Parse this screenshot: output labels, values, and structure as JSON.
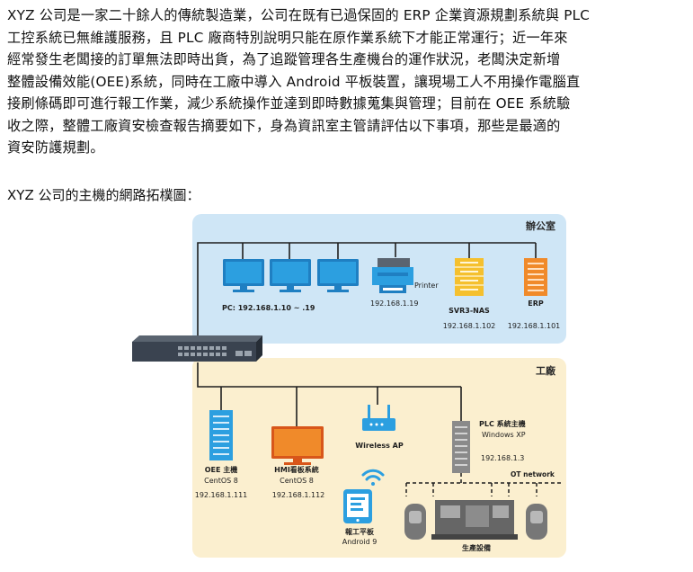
{
  "paragraph": [
    "XYZ 公司是一家二十餘人的傳統製造業，公司在既有已過保固的 ERP 企業資源規劃系統與 PLC",
    "工控系統已無維護服務，且 PLC 廠商特別說明只能在原作業系統下才能正常運行；近一年來",
    "經常發生老闆接的訂單無法即時出貨，為了追蹤管理各生產機台的運作狀況，老闆決定新增",
    "整體設備效能(OEE)系統，同時在工廠中導入 Android 平板裝置，讓現場工人不用操作電腦直",
    "接刷條碼即可進行報工作業，減少系統操作並達到即時數據蒐集與管理；目前在 OEE 系統驗",
    "收之際，整體工廠資安檢查報告摘要如下，身為資訊室主管請評估以下事項，那些是最適的",
    "資安防護規劃。"
  ],
  "caption": "XYZ 公司的主機的網路拓樸圖：",
  "diagram": {
    "office": {
      "title": "辦公室",
      "pc_label": "PC: 192.168.1.10 ~ .19",
      "printer_label": "Printer",
      "printer_ip": "192.168.1.19",
      "nas_label": "SVR3-NAS",
      "nas_ip": "192.168.1.102",
      "erp_label": "ERP",
      "erp_ip": "192.168.1.101"
    },
    "factory": {
      "title": "工廠",
      "oee_name": "OEE 主機",
      "oee_os": "CentOS 8",
      "oee_ip": "192.168.1.111",
      "hmi_name": "HMI看板系統",
      "hmi_os": "CentOS 8",
      "hmi_ip": "192.168.1.112",
      "ap_label": "Wireless AP",
      "tablet_name": "報工平板",
      "tablet_os": "Android 9",
      "plc_name": "PLC 系統主機",
      "plc_os": "Windows XP",
      "plc_ip": "192.168.1.3",
      "ot_label": "OT network",
      "equipment_label": "生產設備"
    },
    "colors": {
      "office_bg": "#cfe6f6",
      "factory_bg": "#fbefcf",
      "monitor": "#2c9fe0",
      "server_yellow": "#f5c02e",
      "server_orange": "#f08a2a",
      "server_gray": "#8a8a8a",
      "switch": "#3a4350"
    }
  }
}
